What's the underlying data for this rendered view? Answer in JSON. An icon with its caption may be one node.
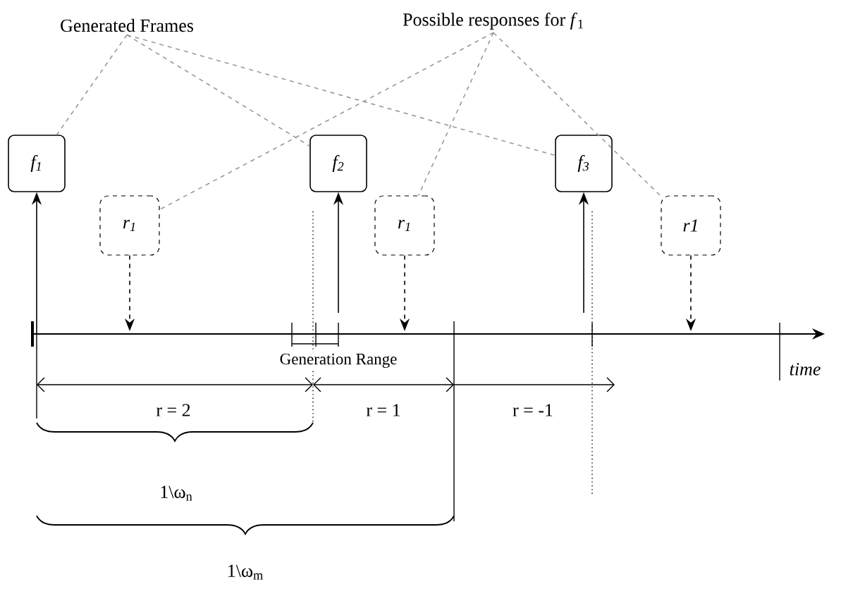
{
  "diagram": {
    "nodes": [
      {
        "text": [
          "Generated Frames"
        ]
      },
      {
        "text": [
          "Possible responses for *f*$_{1}$"
        ]
      },
      {
        "text": [
          "f$_{1}$"
        ]
      },
      {
        "text": [
          "f$_{2}$"
        ]
      },
      {
        "text": [
          "f$_{3}$"
        ]
      },
      {
        "text": [
          "r$_{1}$"
        ]
      },
      {
        "text": [
          "r$_{1}$"
        ]
      },
      {
        "text": [
          "r1"
        ]
      }
    ],
    "edges": [
      {
        "from": 0,
        "to": 2,
        "arrow": "none",
        "style": "dashed",
        "color": "#999999"
      },
      {
        "from": 0,
        "to": 3,
        "arrow": "none",
        "style": "dashed",
        "color": "#999999"
      },
      {
        "from": 0,
        "to": 4,
        "arrow": "none",
        "style": "dashed",
        "color": "#999999"
      },
      {
        "from": 1,
        "to": 5,
        "arrow": "none",
        "style": "dashed",
        "color": "#999999"
      },
      {
        "from": 1,
        "to": 6,
        "arrow": "none",
        "style": "dashed",
        "color": "#999999"
      },
      {
        "from": 1,
        "to": 7,
        "arrow": "none",
        "style": "dashed",
        "color": "#999999"
      },
      {
        "from": null,
        "to": 2,
        "arrow": "to",
        "color": "#000000"
      },
      {
        "from": null,
        "to": 3,
        "arrow": "to",
        "color": "#000000"
      },
      {
        "from": null,
        "to": 4,
        "arrow": "to",
        "color": "#000000"
      },
      {
        "from": 5,
        "to": null,
        "arrow": "to",
        "style": "dashed",
        "color": "#000000"
      },
      {
        "from": 6,
        "to": null,
        "arrow": "to",
        "style": "dashed",
        "color": "#000000"
      },
      {
        "from": 7,
        "to": null,
        "arrow": "to",
        "style": "dashed",
        "color": "#000000"
      }
    ],
    "labels": [
      "Generation Range",
      "time",
      "r = 2",
      "r = 1",
      "r = -1",
      "1\\ω$_{n}$",
      "1\\ω$_{m}$"
    ]
  }
}
